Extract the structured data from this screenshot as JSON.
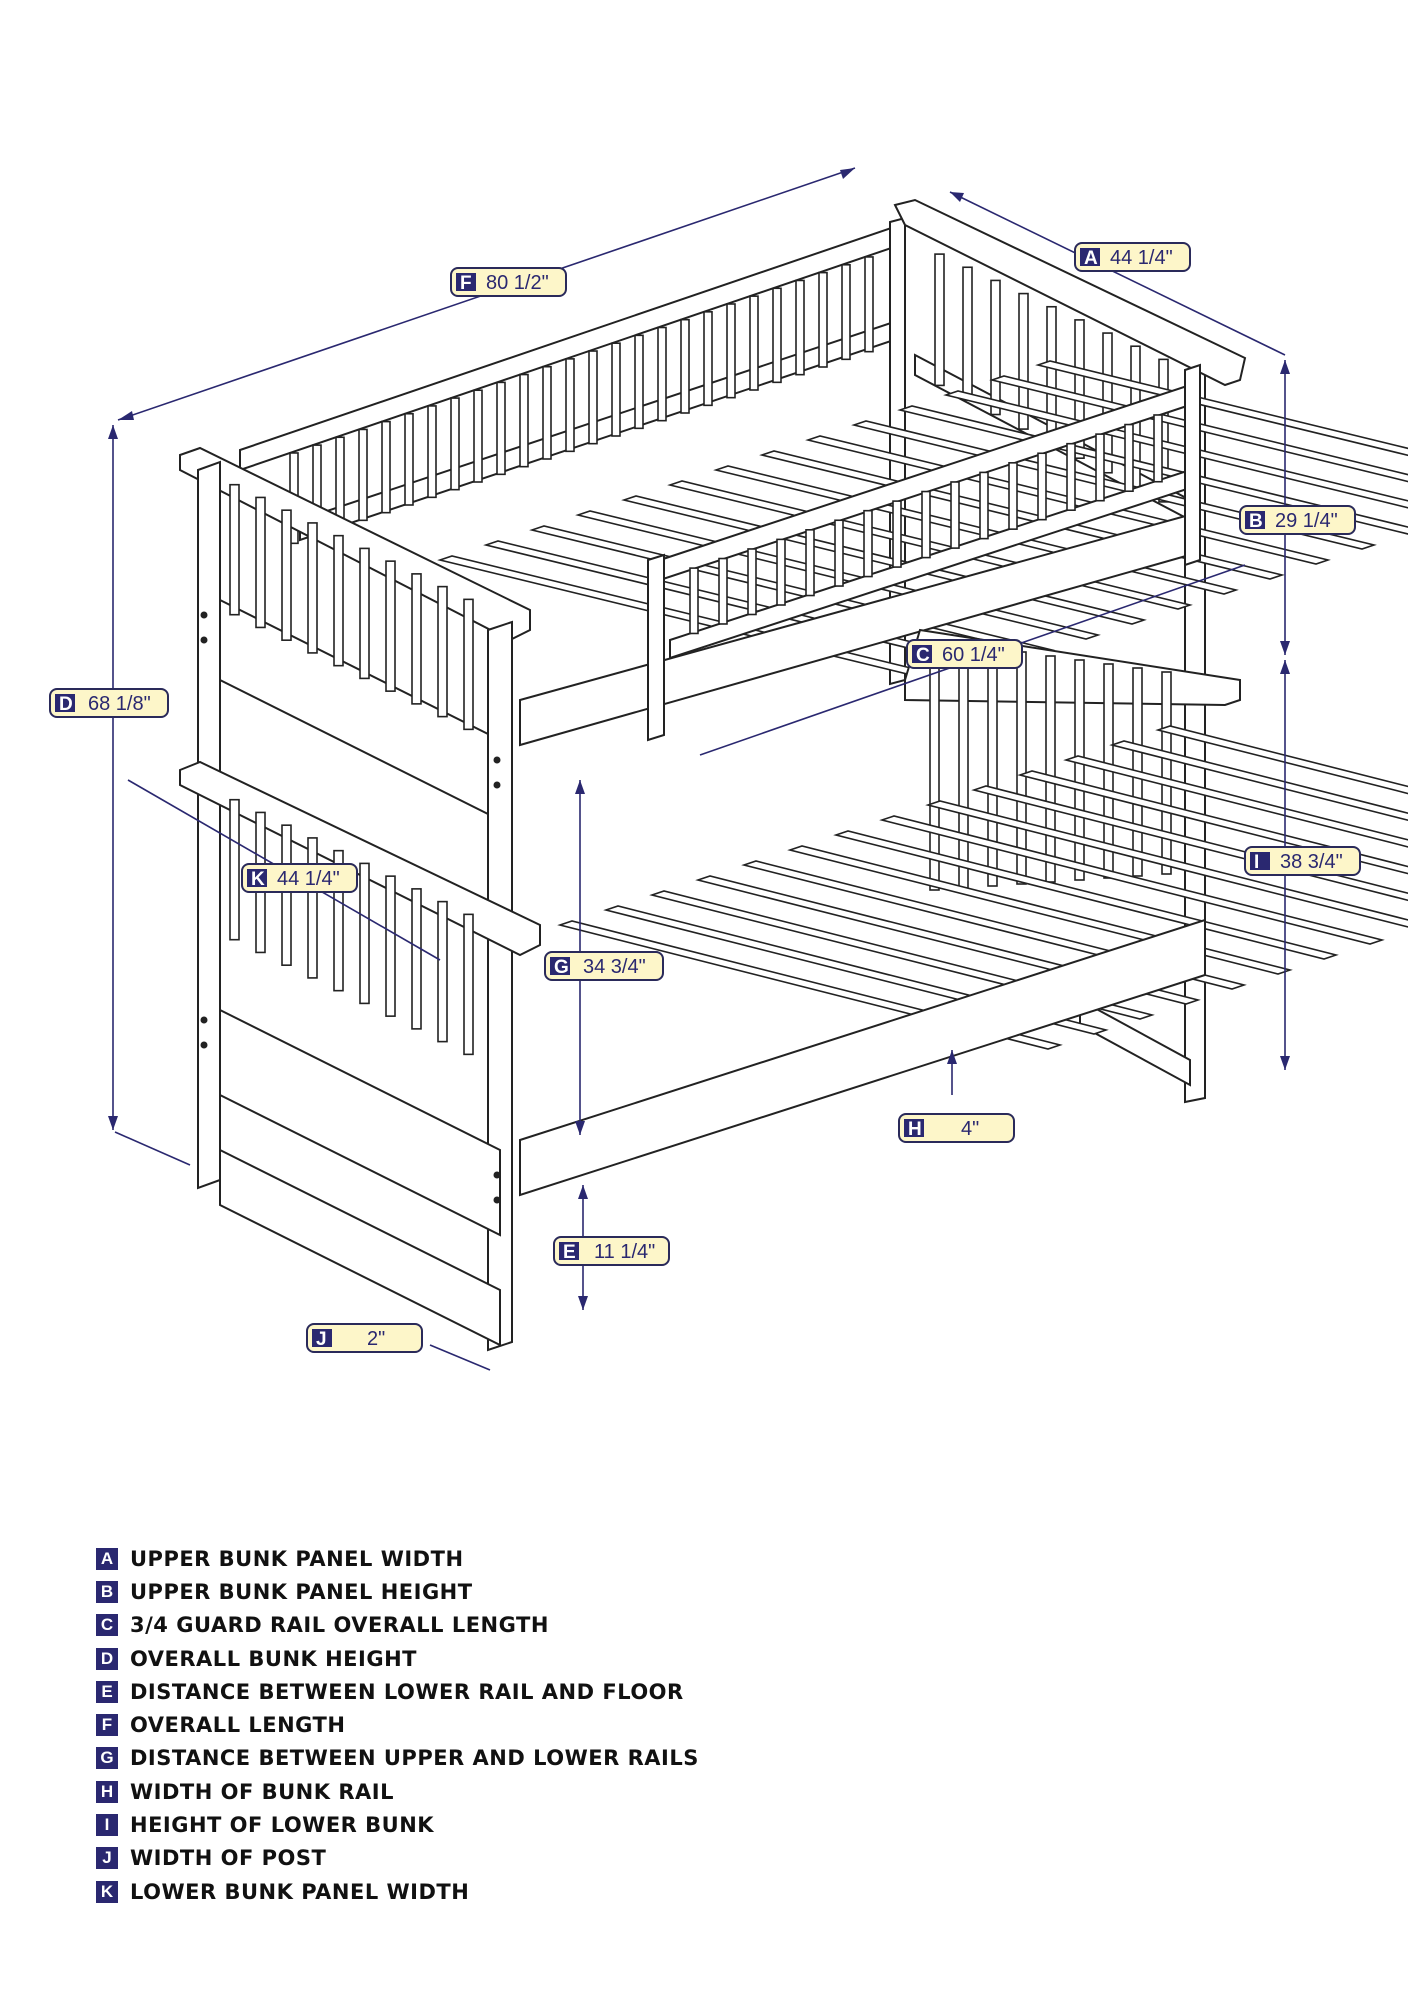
{
  "dimensions": [
    {
      "key": "A",
      "value": "44 1/4\""
    },
    {
      "key": "B",
      "value": "29 1/4\""
    },
    {
      "key": "C",
      "value": "60 1/4\""
    },
    {
      "key": "D",
      "value": "68 1/8\""
    },
    {
      "key": "E",
      "value": "11 1/4\""
    },
    {
      "key": "F",
      "value": "80 1/2\""
    },
    {
      "key": "G",
      "value": "34 3/4\""
    },
    {
      "key": "H",
      "value": "4\""
    },
    {
      "key": "I",
      "value": "38 3/4\""
    },
    {
      "key": "J",
      "value": "2\""
    },
    {
      "key": "K",
      "value": "44 1/4\""
    }
  ],
  "legend": [
    {
      "key": "A",
      "label": "UPPER BUNK PANEL WIDTH"
    },
    {
      "key": "B",
      "label": "UPPER BUNK PANEL HEIGHT"
    },
    {
      "key": "C",
      "label": "3/4 GUARD RAIL OVERALL LENGTH"
    },
    {
      "key": "D",
      "label": "OVERALL BUNK HEIGHT"
    },
    {
      "key": "E",
      "label": "DISTANCE BETWEEN LOWER RAIL AND FLOOR"
    },
    {
      "key": "F",
      "label": "OVERALL LENGTH"
    },
    {
      "key": "G",
      "label": "DISTANCE BETWEEN UPPER AND LOWER RAILS"
    },
    {
      "key": "H",
      "label": "WIDTH OF BUNK RAIL"
    },
    {
      "key": "I",
      "label": "HEIGHT OF LOWER BUNK"
    },
    {
      "key": "J",
      "label": "WIDTH OF POST"
    },
    {
      "key": "K",
      "label": "LOWER BUNK PANEL WIDTH"
    }
  ],
  "colors": {
    "accent": "#2a2870",
    "tag_fill": "#fdf6c9"
  }
}
